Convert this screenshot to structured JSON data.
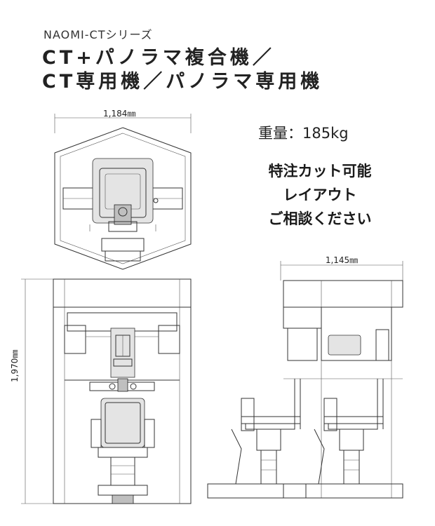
{
  "header": {
    "series": "NAOMI-CTシリーズ",
    "title_line1": "CT+パノラマ複合機／",
    "title_line2": "CT専用機／パノラマ専用機"
  },
  "specs": {
    "weight": "重量：185kg"
  },
  "note": {
    "line1": "特注カット可能",
    "line2": "レイアウト",
    "line3": "ご相談ください"
  },
  "dimensions": {
    "top_width": "1,184㎜",
    "side_width": "1,145㎜",
    "height": "1,970㎜"
  }
}
